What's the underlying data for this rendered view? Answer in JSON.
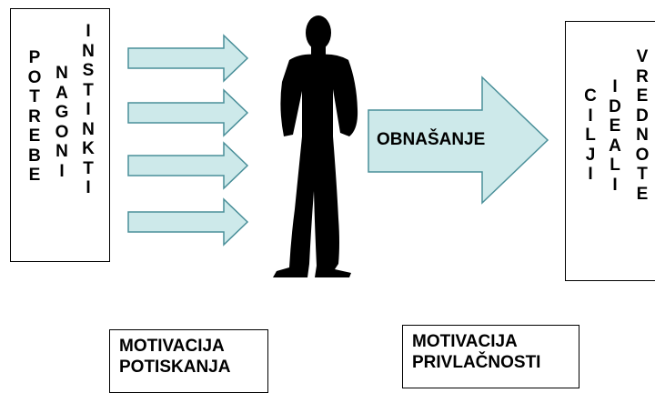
{
  "left_box": {
    "columns": [
      "POTREBE",
      "NAGONI",
      "INSTINKTI"
    ]
  },
  "right_box": {
    "columns": [
      "CILJI",
      "IDEALI",
      "VREDNOTE"
    ]
  },
  "center_arrow_label": "OBNAŠANJE",
  "bottom_left_label": [
    "MOTIVACIJA",
    "POTISKANJA"
  ],
  "bottom_right_label": [
    "MOTIVACIJA",
    "PRIVLAČNOSTI"
  ],
  "colors": {
    "arrow_fill": "#cde9ea",
    "arrow_stroke": "#4a8f99",
    "silhouette": "#000000"
  }
}
